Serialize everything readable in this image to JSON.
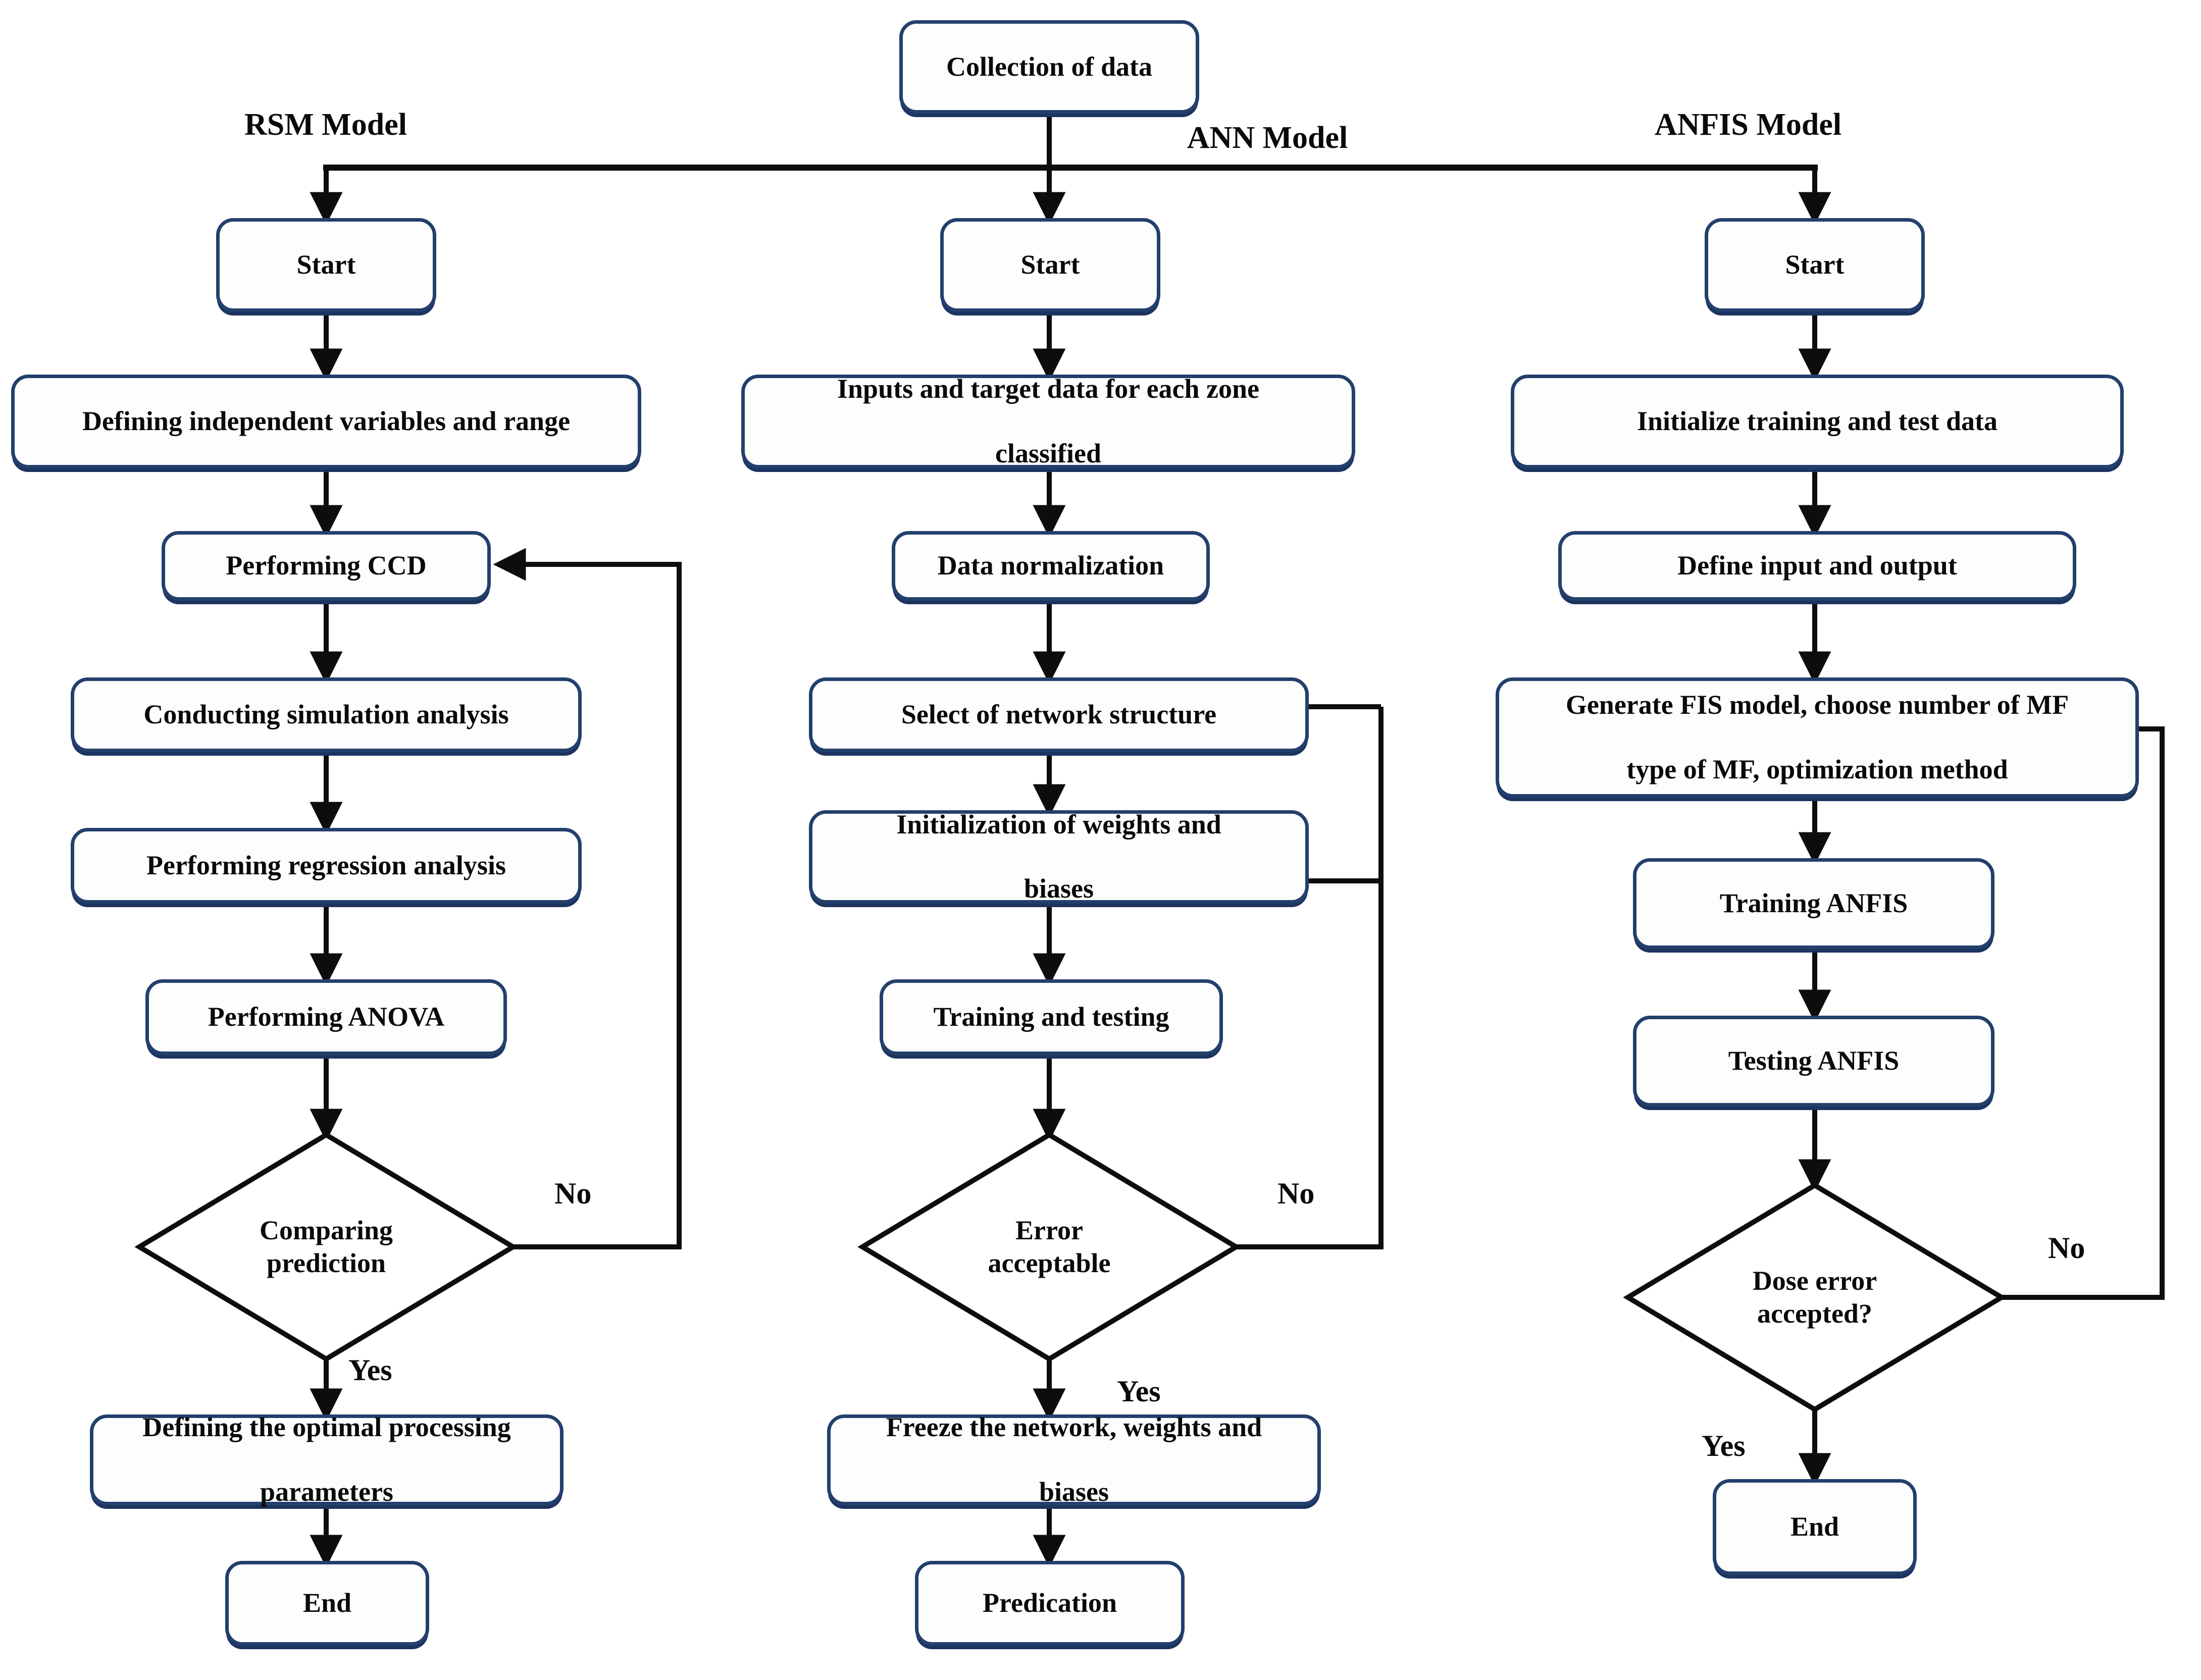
{
  "diagram": {
    "title": "Comparison flowchart of RSM, ANN and ANFIS modelling procedures",
    "type": "flowchart",
    "colors": {
      "node_border": "#233f6c",
      "node_fill": "#fdfdfe",
      "connector": "#0d0d0d",
      "text": "#0a0a0a",
      "background": "#ffffff"
    }
  },
  "root": {
    "label": "Collection of data"
  },
  "columns": [
    {
      "id": "rsm",
      "header": "RSM Model",
      "nodes": [
        {
          "id": "rsm-start",
          "label": "Start"
        },
        {
          "id": "rsm-define",
          "label": "Defining independent variables and range"
        },
        {
          "id": "rsm-ccd",
          "label": "Performing CCD"
        },
        {
          "id": "rsm-sim",
          "label": "Conducting simulation analysis"
        },
        {
          "id": "rsm-reg",
          "label": "Performing regression analysis"
        },
        {
          "id": "rsm-anova",
          "label": "Performing ANOVA"
        },
        {
          "id": "rsm-decision",
          "label": "Comparing prediction",
          "shape": "diamond"
        },
        {
          "id": "rsm-optimal",
          "label": "Defining the optimal processing parameters"
        },
        {
          "id": "rsm-end",
          "label": "End"
        }
      ],
      "decision_labels": {
        "yes": "Yes",
        "no": "No"
      },
      "feedback_target": "Performing CCD"
    },
    {
      "id": "ann",
      "header": "ANN Model",
      "nodes": [
        {
          "id": "ann-start",
          "label": "Start"
        },
        {
          "id": "ann-inputs",
          "label": "Inputs and target data for each zone classified"
        },
        {
          "id": "ann-norm",
          "label": "Data normalization"
        },
        {
          "id": "ann-select",
          "label": "Select of network structure"
        },
        {
          "id": "ann-init",
          "label": "Initialization of weights and biases"
        },
        {
          "id": "ann-train",
          "label": "Training and testing"
        },
        {
          "id": "ann-decision",
          "label": "Error acceptable",
          "shape": "diamond"
        },
        {
          "id": "ann-freeze",
          "label": "Freeze the network, weights and biases"
        },
        {
          "id": "ann-end",
          "label": "Predication"
        }
      ],
      "decision_labels": {
        "yes": "Yes",
        "no": "No"
      },
      "feedback_targets": [
        "Select of network structure",
        "Initialization of weights and biases"
      ]
    },
    {
      "id": "anfis",
      "header": "ANFIS Model",
      "nodes": [
        {
          "id": "anfis-start",
          "label": "Start"
        },
        {
          "id": "anfis-init",
          "label": "Initialize training and test data"
        },
        {
          "id": "anfis-define",
          "label": "Define input and output"
        },
        {
          "id": "anfis-fis",
          "label": "Generate FIS model, choose number of MF type of MF, optimization method"
        },
        {
          "id": "anfis-training",
          "label": "Training ANFIS"
        },
        {
          "id": "anfis-testing",
          "label": "Testing ANFIS"
        },
        {
          "id": "anfis-decision",
          "label": "Dose error accepted?",
          "shape": "diamond"
        },
        {
          "id": "anfis-end",
          "label": "End"
        }
      ],
      "decision_labels": {
        "yes": "Yes",
        "no": "No"
      },
      "feedback_target": "Generate FIS model, choose number of MF type of MF, optimization method"
    }
  ],
  "node_text": {
    "collection_of_data": "Collection of data",
    "rsm_model": "RSM Model",
    "ann_model": "ANN Model",
    "anfis_model": "ANFIS Model",
    "start": "Start",
    "rsm_define": "Defining independent variables and range",
    "rsm_ccd": "Performing CCD",
    "rsm_sim": "Conducting simulation analysis",
    "rsm_reg": "Performing regression analysis",
    "rsm_anova": "Performing ANOVA",
    "rsm_decision_l1": "Comparing",
    "rsm_decision_l2": "prediction",
    "rsm_optimal_l1": "Defining the optimal processing",
    "rsm_optimal_l2": "parameters",
    "rsm_end": "End",
    "ann_inputs_l1": "Inputs and target data for each zone",
    "ann_inputs_l2": "classified",
    "ann_norm": "Data normalization",
    "ann_select": "Select of network structure",
    "ann_init_l1": "Initialization of weights and",
    "ann_init_l2": "biases",
    "ann_train": "Training and testing",
    "ann_decision_l1": "Error",
    "ann_decision_l2": "acceptable",
    "ann_freeze_l1": "Freeze the network, weights and",
    "ann_freeze_l2": "biases",
    "ann_end": "Predication",
    "anfis_init": "Initialize training and test data",
    "anfis_define": "Define input and output",
    "anfis_fis_l1": "Generate FIS model, choose number of MF",
    "anfis_fis_l2": "type of MF, optimization method",
    "anfis_training": "Training ANFIS",
    "anfis_testing": "Testing ANFIS",
    "anfis_decision_l1": "Dose error",
    "anfis_decision_l2": "accepted?",
    "anfis_end": "End",
    "yes": "Yes",
    "no": "No"
  }
}
